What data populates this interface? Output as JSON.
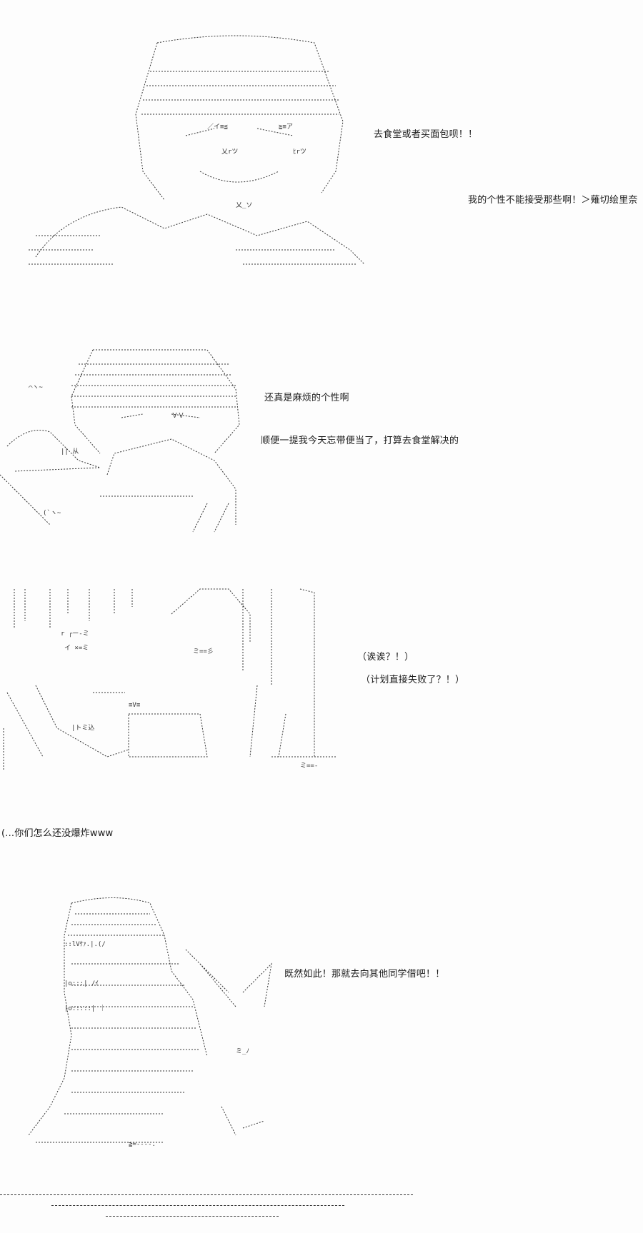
{
  "panel1": {
    "lines": [
      "去食堂或者买面包呗！！",
      "我的个性不能接受那些啊！＞薙切绘里奈"
    ]
  },
  "panel2": {
    "lines": [
      "还真是麻烦的个性啊",
      "顺便一提我今天忘带便当了，打算去食堂解决的"
    ]
  },
  "panel3": {
    "lines": [
      "（诶诶？！）",
      "（计划直接失败了？！）"
    ]
  },
  "caption": {
    "text": "(...你们怎么还没爆炸www"
  },
  "panel4": {
    "lines": [
      "既然如此！那就去向其他同学借吧！！"
    ]
  }
}
